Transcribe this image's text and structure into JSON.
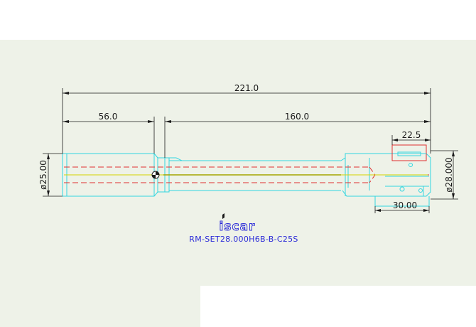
{
  "drawing": {
    "dimensions": {
      "overall_length": "221.0",
      "shank_length": "56.0",
      "body_length": "160.0",
      "insert_width": "22.5",
      "insert_length": "30.00",
      "shank_diameter": "ø25.00",
      "cutting_diameter": "ø28.000"
    },
    "logo_text": "iscar",
    "part_number": "RM-SET28.000H6B-B-C25S"
  },
  "colors": {
    "sheet_bg": "#eef2e8",
    "tool_outline": "#33d6e0",
    "dimension_lines": "#1a1a1a",
    "centerline": "#d4d400",
    "hidden_lines": "#e03030",
    "part_number_text": "#2a2ad8"
  }
}
